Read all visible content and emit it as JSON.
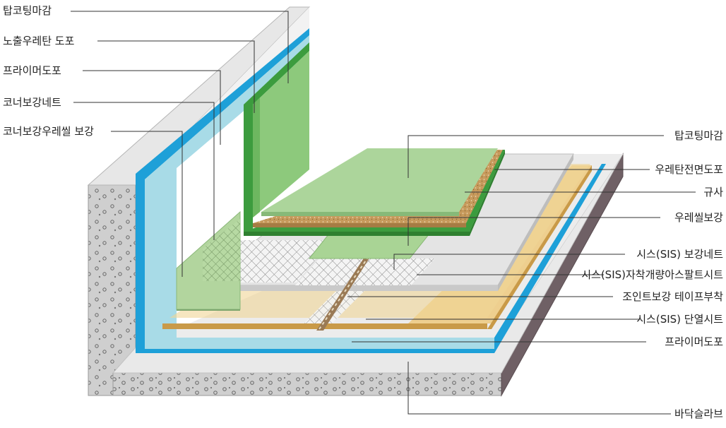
{
  "colors": {
    "concrete_light": "#e6e6e6",
    "concrete_mid": "#cfcfcf",
    "concrete_dark": "#a9a9a9",
    "floor_side_dark": "#6e5f63",
    "primer_blue": "#a9dbe6",
    "primer_edge": "#1ea0d8",
    "green_light": "#aed39a",
    "green_top": "#8cc878",
    "green_edge": "#3a9a3c",
    "sand": "#c89a5e",
    "sheet_grey": "#e2e2e2",
    "insulation_tan": "#eecf8f",
    "insulation_edge": "#c99a48"
  },
  "left_labels": [
    {
      "name": "top-coat-wall",
      "text": "탑코팅마감"
    },
    {
      "name": "exposed-urethane",
      "text": "노출우레탄 도포"
    },
    {
      "name": "primer-wall",
      "text": "프라이머도포"
    },
    {
      "name": "corner-net",
      "text": "코너보강네트"
    },
    {
      "name": "corner-seal",
      "text": "코너보강우레씰 보강"
    }
  ],
  "right_labels": [
    {
      "name": "top-coat-floor",
      "text": "탑코팅마감"
    },
    {
      "name": "urethane-full",
      "text": "우레탄전면도포"
    },
    {
      "name": "silica",
      "text": "규사"
    },
    {
      "name": "urethane-seal",
      "text": "우레씰보강"
    },
    {
      "name": "sis-net",
      "text": "시스(SIS) 보강네트"
    },
    {
      "name": "sis-asphalt",
      "text": "시스(SIS)자착개량아스팔트시트"
    },
    {
      "name": "joint-tape",
      "text": "조인트보강 테이프부착"
    },
    {
      "name": "sis-insulation",
      "text": "시스(SIS) 단열시트"
    },
    {
      "name": "primer-floor",
      "text": "프라이머도포"
    },
    {
      "name": "floor-slab",
      "text": "바닥슬라브"
    }
  ]
}
